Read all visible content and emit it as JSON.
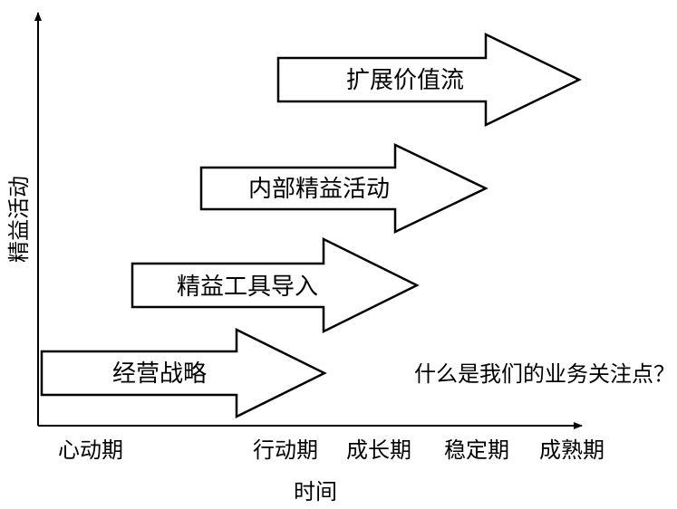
{
  "y_axis_label": "精益活动",
  "x_axis_label": "时间",
  "phases": [
    "心动期",
    "行动期",
    "成长期",
    "稳定期",
    "成熟期"
  ],
  "stages": [
    {
      "label": "经营战略"
    },
    {
      "label": "精益工具导入"
    },
    {
      "label": "内部精益活动"
    },
    {
      "label": "扩展价值流"
    }
  ],
  "question": "什么是我们的业务关注点？"
}
